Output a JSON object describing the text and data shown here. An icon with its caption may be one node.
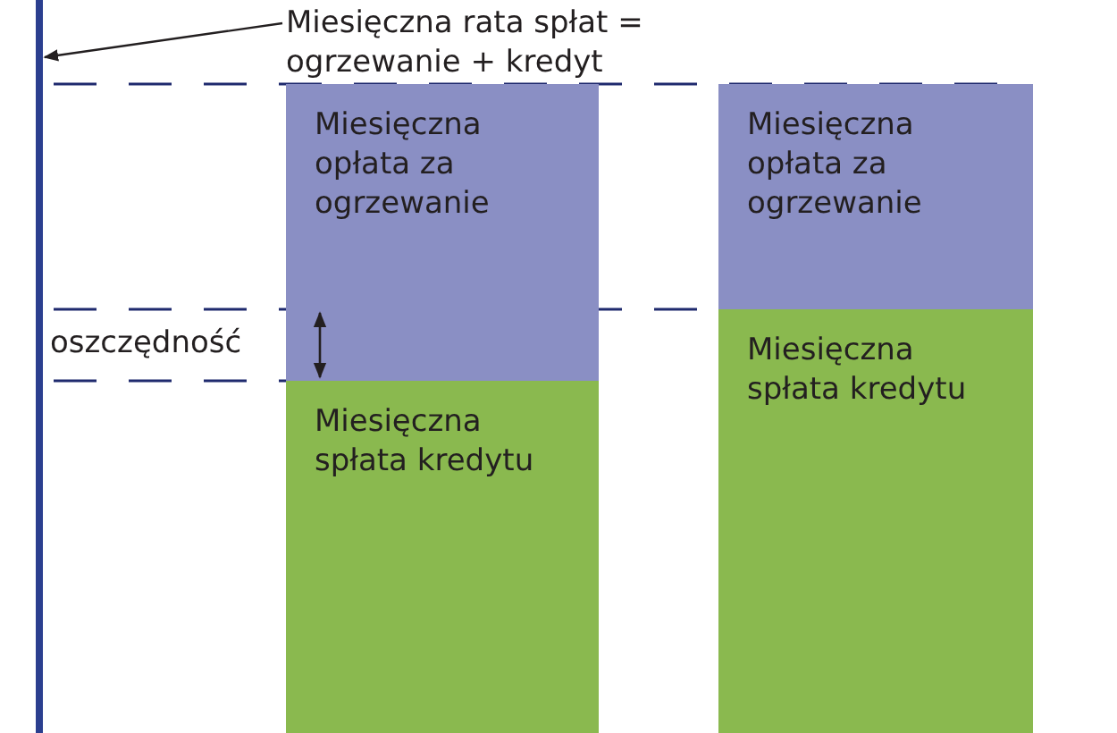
{
  "diagram": {
    "nodes": [
      {
        "text": [
          "Miesięczna rata spłat = ogrzewanie + kredyt"
        ]
      },
      {
        "text": [],
        "shape": "bar"
      },
      {
        "text": [
          "Miesięczna opłata za ogrzewanie"
        ]
      },
      {
        "text": [
          "Miesięczna spłata kredytu"
        ]
      },
      {
        "text": [
          "Miesięczna opłata za ogrzewanie"
        ]
      },
      {
        "text": [
          "Miesięczna spłata kredytu"
        ]
      }
    ],
    "edges": [
      {
        "from": 0,
        "to": 1,
        "arrow": "to"
      }
    ],
    "labels": [
      "oszczędność"
    ]
  }
}
